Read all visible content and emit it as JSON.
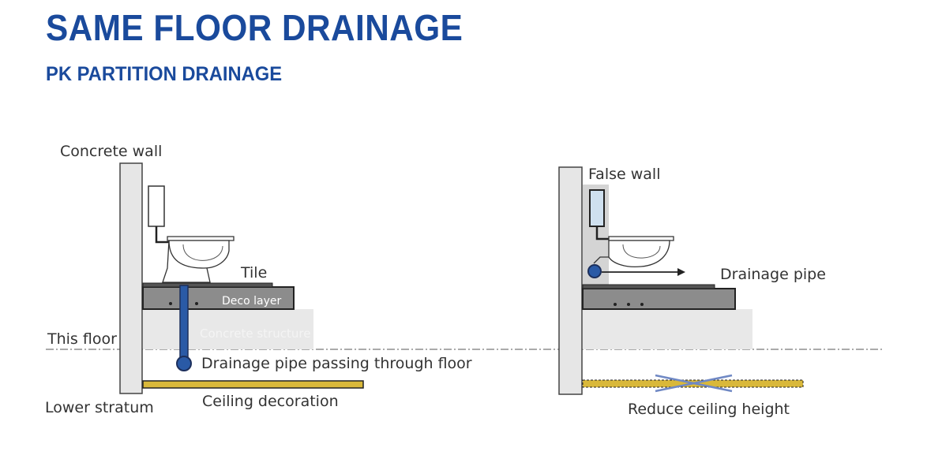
{
  "header": {
    "title": "SAME FLOOR DRAINAGE",
    "subtitle": "PK PARTITION DRAINAGE"
  },
  "left_diagram": {
    "concrete_wall": "Concrete wall",
    "tile": "Tile",
    "deco_layer": "Deco layer",
    "concrete_structure": "Concrete structure",
    "this_floor": "This floor",
    "drainage_pipe_through_floor": "Drainage pipe passing through floor",
    "lower_stratum": "Lower stratum",
    "ceiling_decoration": "Ceiling decoration"
  },
  "right_diagram": {
    "false_wall": "False wall",
    "drainage_pipe": "Drainage pipe",
    "reduce_ceiling_height": "Reduce ceiling height"
  },
  "colors": {
    "title_blue": "#1a4a9c",
    "pipe_blue": "#2a5aa6",
    "wall_gray": "#e6e6e6",
    "deco_gray": "#8c8c8c",
    "concrete_light": "#e8e8e8",
    "ceiling_yellow": "#d9b83a",
    "cross_blue": "#6f88c4",
    "tank_light_blue": "#cfe0ef"
  }
}
